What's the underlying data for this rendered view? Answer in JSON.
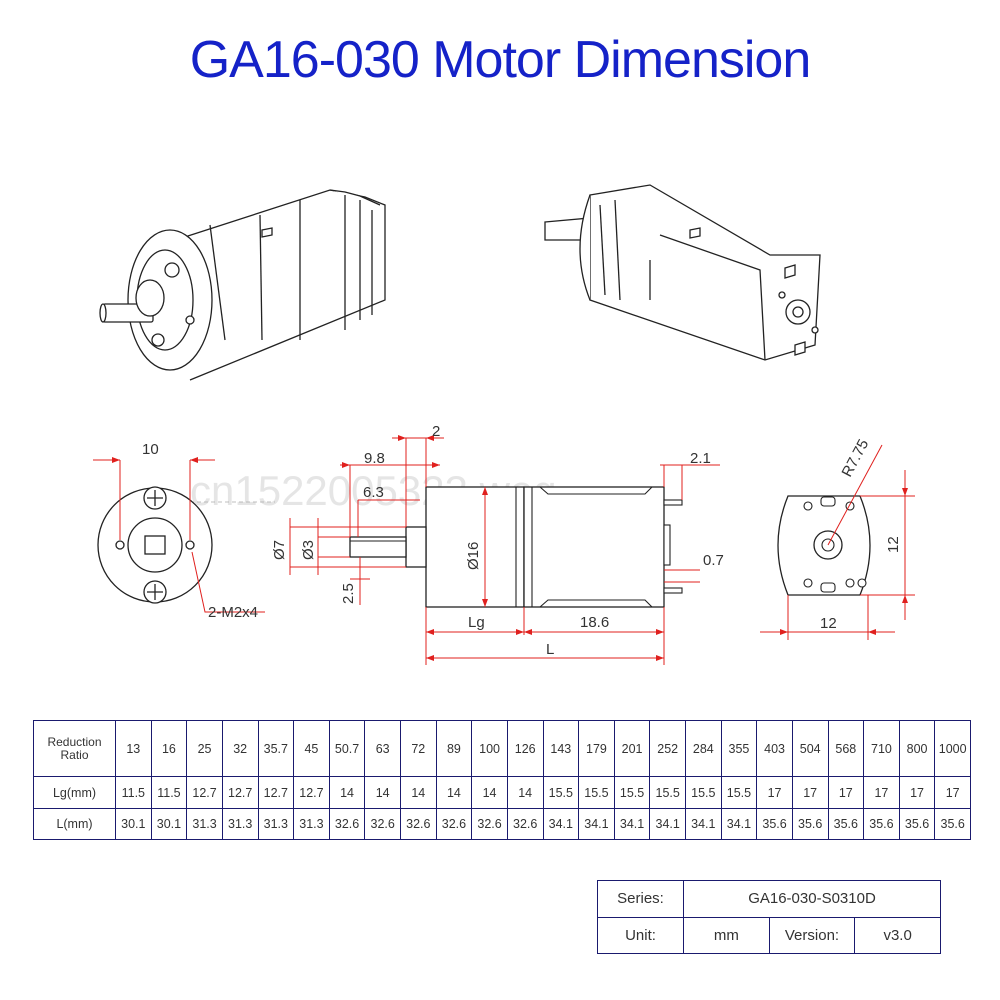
{
  "title": "GA16-030 Motor Dimension",
  "watermark": "cn1522005323 weg",
  "dimensions": {
    "front_width": "10",
    "hole_spec": "2-M2x4",
    "shaft_flat_len": "2",
    "shaft_len": "9.8",
    "shaft_extra": "6.3",
    "boss_dia": "Ø7",
    "shaft_dia": "Ø3",
    "flat_depth": "2.5",
    "gear_dia": "Ø16",
    "lg": "Lg",
    "motor_len": "18.6",
    "total_len": "L",
    "terminal_len": "2.1",
    "terminal_thick": "0.7",
    "rear_radius": "R7.75",
    "rear_height": "12",
    "rear_width": "12"
  },
  "ratio_table": {
    "row_labels": [
      "Reduction Ratio",
      "Lg(mm)",
      "L(mm)"
    ],
    "ratios": [
      "13",
      "16",
      "25",
      "32",
      "35.7",
      "45",
      "50.7",
      "63",
      "72",
      "89",
      "100",
      "126",
      "143",
      "179",
      "201",
      "252",
      "284",
      "355",
      "403",
      "504",
      "568",
      "710",
      "800",
      "1000"
    ],
    "lg": [
      "11.5",
      "11.5",
      "12.7",
      "12.7",
      "12.7",
      "12.7",
      "14",
      "14",
      "14",
      "14",
      "14",
      "14",
      "15.5",
      "15.5",
      "15.5",
      "15.5",
      "15.5",
      "15.5",
      "17",
      "17",
      "17",
      "17",
      "17",
      "17"
    ],
    "l": [
      "30.1",
      "30.1",
      "31.3",
      "31.3",
      "31.3",
      "31.3",
      "32.6",
      "32.6",
      "32.6",
      "32.6",
      "32.6",
      "32.6",
      "34.1",
      "34.1",
      "34.1",
      "34.1",
      "34.1",
      "34.1",
      "35.6",
      "35.6",
      "35.6",
      "35.6",
      "35.6",
      "35.6"
    ]
  },
  "info_block": {
    "series_label": "Series:",
    "series_value": "GA16-030-S0310D",
    "unit_label": "Unit:",
    "unit_value": "mm",
    "version_label": "Version:",
    "version_value": "v3.0"
  }
}
